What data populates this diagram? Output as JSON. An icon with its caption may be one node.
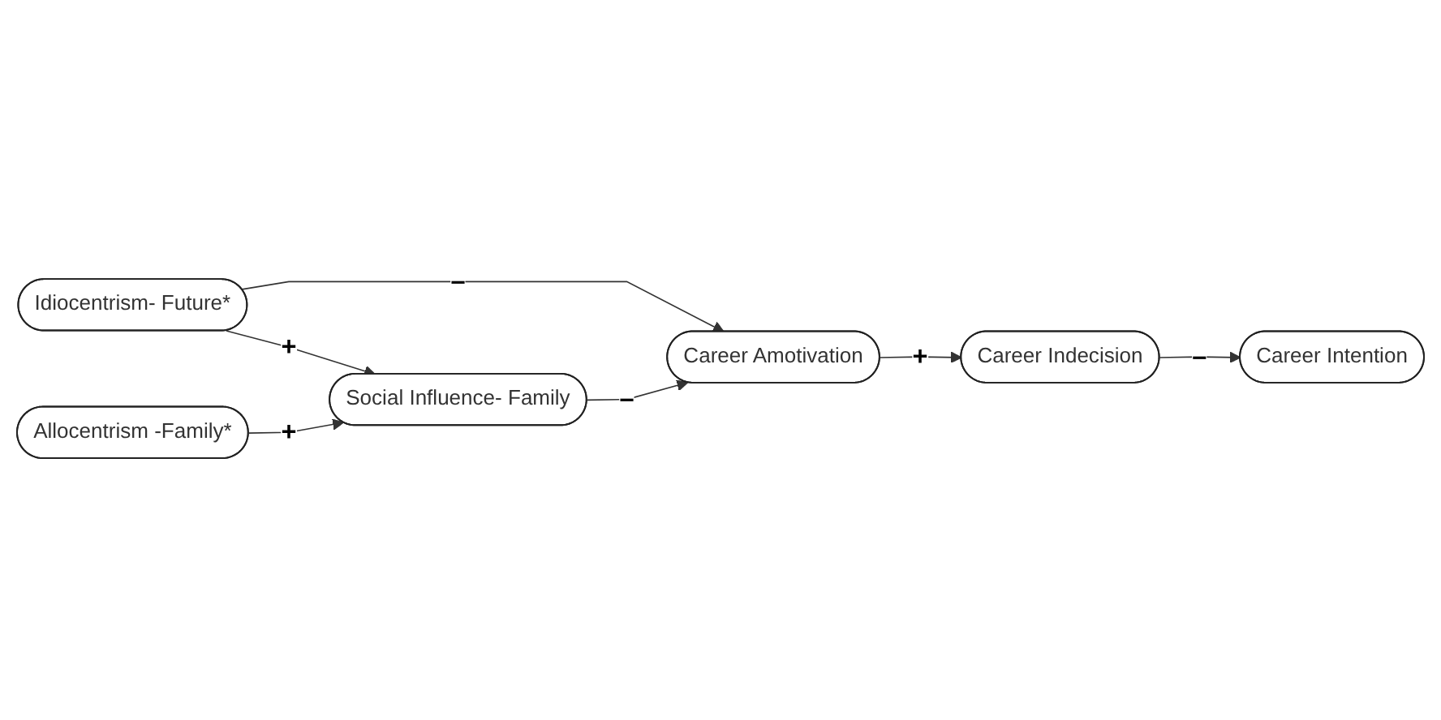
{
  "diagram": {
    "nodes": [
      {
        "text": [
          "Idiocentrism- Future*"
        ]
      },
      {
        "text": [
          "Career Amotivation"
        ]
      },
      {
        "text": [
          "Social Influence- Family"
        ]
      },
      {
        "text": [
          "Career Indecision"
        ]
      },
      {
        "text": [
          "Allocentrism -Family*"
        ]
      },
      {
        "text": [
          "Career Intention"
        ]
      }
    ],
    "edges": [
      {
        "from": 0,
        "to": 1,
        "label": "–",
        "arrow": "to"
      },
      {
        "from": 0,
        "to": 2,
        "label": "+",
        "arrow": "to"
      },
      {
        "from": 2,
        "to": 1,
        "label": "–",
        "arrow": "to"
      },
      {
        "from": 1,
        "to": 3,
        "label": "+",
        "arrow": "to"
      },
      {
        "from": 4,
        "to": 2,
        "label": "+",
        "arrow": "to"
      },
      {
        "from": 3,
        "to": 5,
        "label": "–",
        "arrow": "to"
      }
    ]
  }
}
